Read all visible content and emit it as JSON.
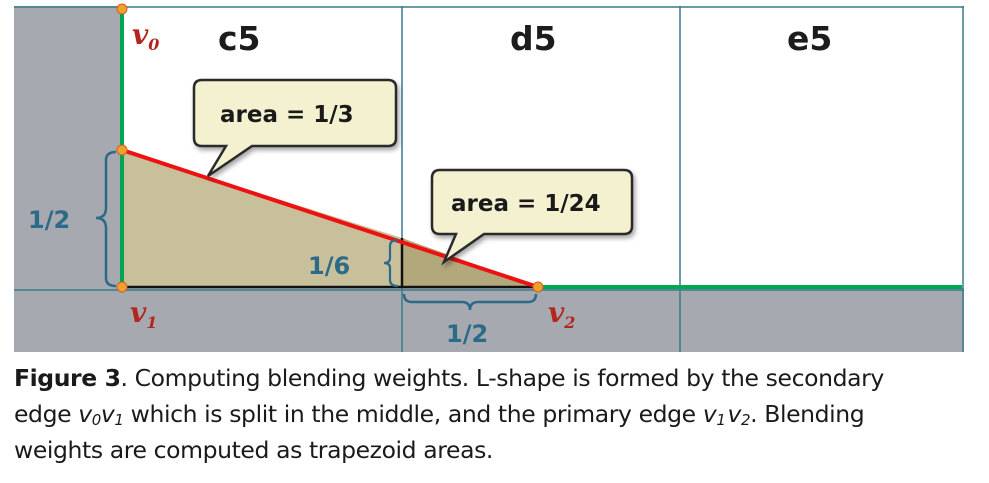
{
  "cells": [
    "c5",
    "d5",
    "e5"
  ],
  "vertices": {
    "v0": {
      "letter": "v",
      "sub": "0"
    },
    "v1": {
      "letter": "v",
      "sub": "1"
    },
    "v2": {
      "letter": "v",
      "sub": "2"
    }
  },
  "callouts": {
    "large": "area = 1/3",
    "small": "area = 1/24"
  },
  "measures": {
    "left_height": "1/2",
    "small_height": "1/6",
    "bottom_width": "1/2"
  },
  "caption": {
    "label": "Figure 3",
    "line1_rest": ". Computing blending weights. L-shape is formed by the secondary",
    "line2_a": "edge ",
    "line2_b": " which is split in the middle, and the primary  edge  ",
    "line2_c": ". Blending",
    "line3": "weights are computed as trapezoid areas."
  },
  "colors": {
    "grid_bg": "#a6a9b0",
    "cell_bg": "#ffffff",
    "grid_line": "#3a7a8c",
    "edge_green": "#00a651",
    "edge_red": "#ee1111",
    "fill_area": "#c8c09a",
    "vertex_dot": "#f0a030",
    "vertex_label": "#b3261e",
    "measure": "#2d6a8a"
  }
}
